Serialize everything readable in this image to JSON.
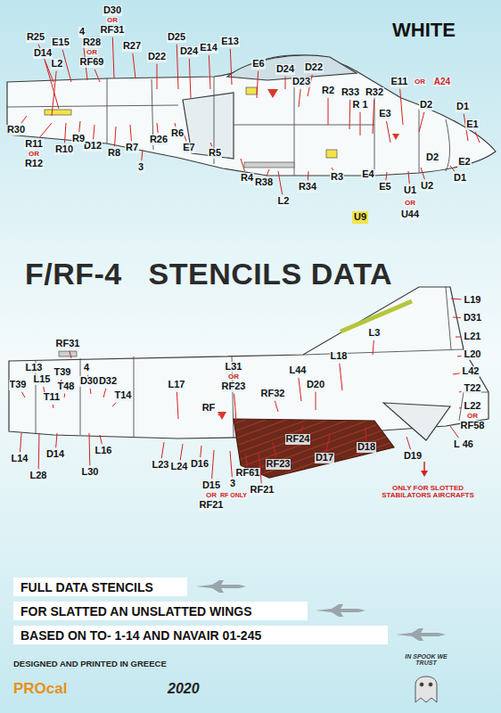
{
  "diagram": {
    "title": "F/RF-4   STENCILS DATA",
    "nodes": [
      {
        "text": [
          "FULL DATA STENCILS"
        ]
      },
      {
        "text": [
          "FOR SLATTED AN UNSLATTED WINGS"
        ]
      },
      {
        "text": [
          "BASED ON TO- 1-14 AND NAVAIR 01-245"
        ]
      }
    ],
    "labels": [
      "WHITE",
      "R25",
      "E15",
      "4",
      "R28",
      "OR",
      "RF69",
      "D30",
      "OR",
      "RF31",
      "R27",
      "D22",
      "D25",
      "D24",
      "E14",
      "E13",
      "D14",
      "L2",
      "E6",
      "D24",
      "D22",
      "D23",
      "R2",
      "R33",
      "R32",
      "R 1",
      "E11",
      "OR",
      "A24",
      "D2",
      "D1",
      "E1",
      "E3",
      "E2",
      "D2",
      "D1",
      "U2",
      "U1",
      "OR",
      "U44",
      "E5",
      "E4",
      "R3",
      "R34",
      "L2",
      "R38",
      "R4",
      "U9",
      "R5",
      "E7",
      "R6",
      "R26",
      "3",
      "R7",
      "R8",
      "D12",
      "R9",
      "R10",
      "R11",
      "OR",
      "R12",
      "R30",
      "RF31",
      "L13",
      "T39",
      "T39",
      "L15",
      "T48",
      "4",
      "D30",
      "D32",
      "T11",
      "T14",
      "L17",
      "L31",
      "OR",
      "RF23",
      "RF",
      "RF32",
      "L44",
      "D20",
      "L18",
      "L3",
      "L19",
      "D31",
      "L21",
      "L20",
      "L42",
      "T22",
      "L22",
      "OR",
      "RF58",
      "L 46",
      "D19",
      "ONLY FOR SLOTTED STABILATORS AIRCRAFTS",
      "D18",
      "D17",
      "RF24",
      "RF23",
      "RF21",
      "RF61",
      "3",
      "RF ONLY",
      "D15",
      "OR",
      "RF21",
      "D16",
      "L24",
      "L23",
      "L30",
      "L16",
      "L28",
      "D14",
      "L14",
      "DESIGNED AND PRINTED IN GREECE",
      "PROcal",
      "2020",
      "IN SPOOK WE TRUST"
    ]
  }
}
